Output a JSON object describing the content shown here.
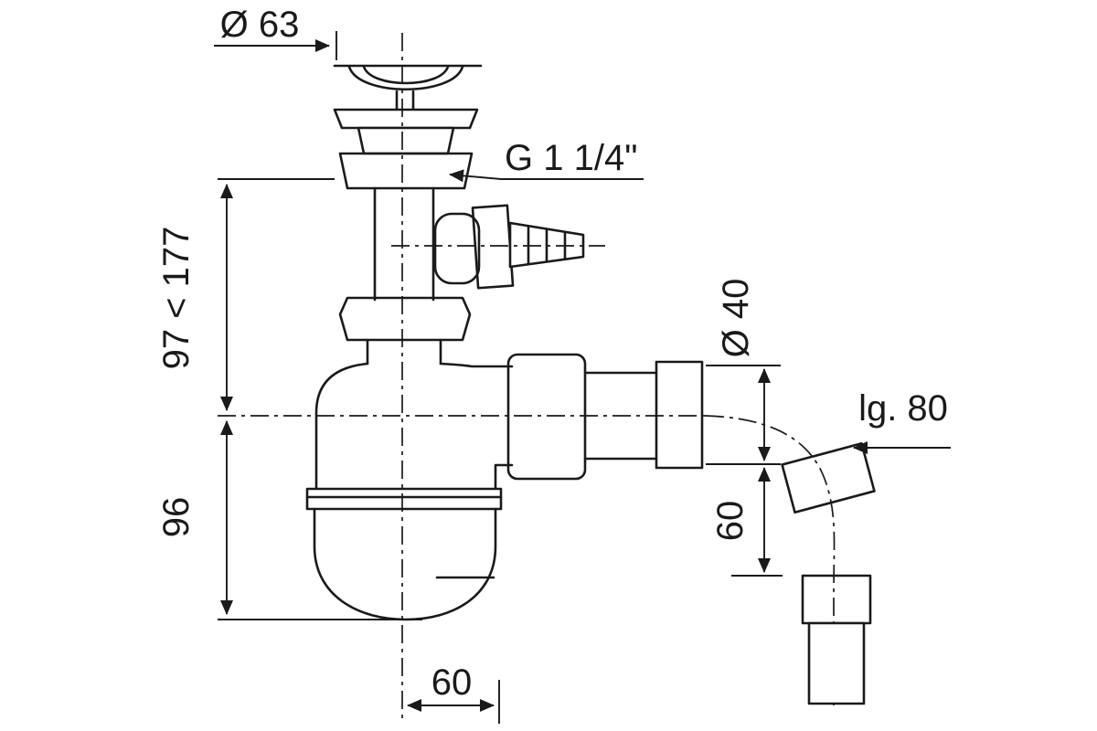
{
  "drawing": {
    "labels": {
      "top_diameter": "Ø 63",
      "thread_size": "G 1 1/4\"",
      "height_range": "97 < 177",
      "outlet_diameter": "Ø 40",
      "flex_length": "lg. 80",
      "body_height": "96",
      "outlet_drop": "60",
      "outlet_offset": "60"
    },
    "colors": {
      "line": "#1a1a1a",
      "background": "#ffffff"
    }
  }
}
